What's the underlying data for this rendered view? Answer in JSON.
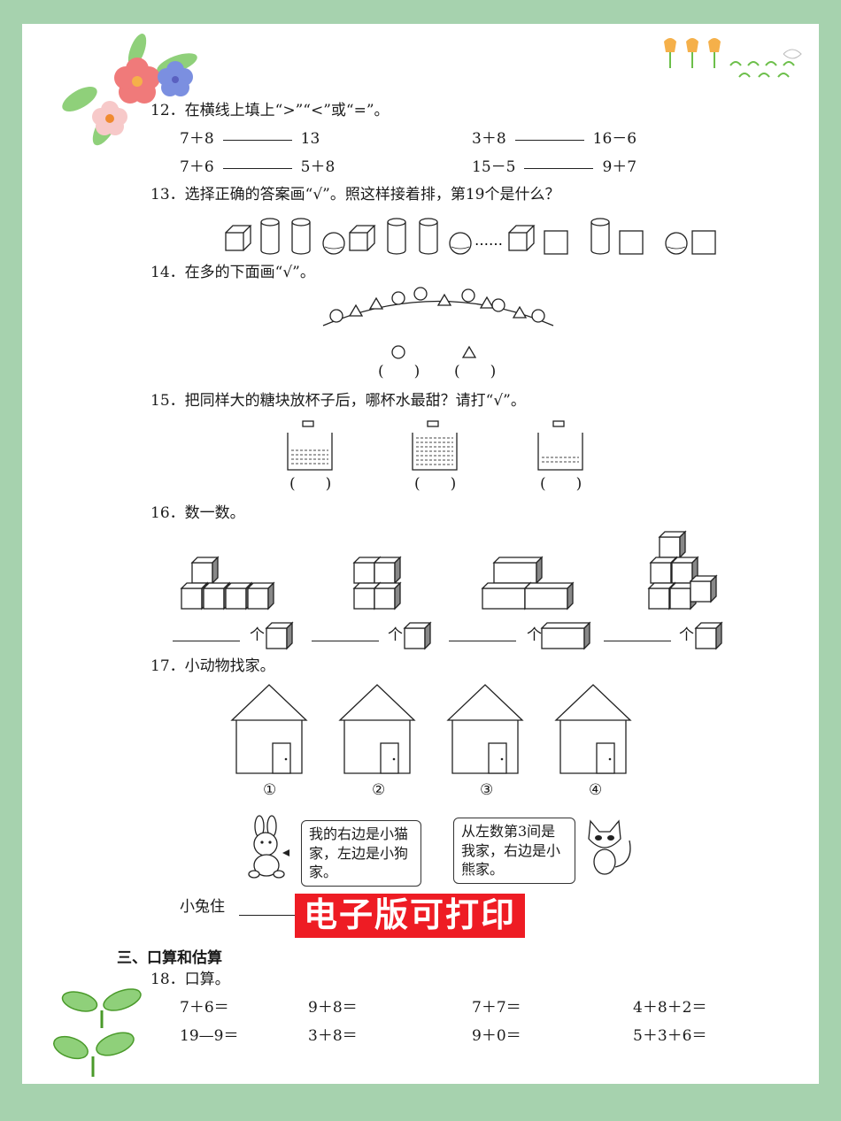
{
  "q12": {
    "title": "12．在横线上填上“>”“<”或“=”。",
    "rows": [
      [
        "7＋8",
        "13",
        "3＋8",
        "16－6"
      ],
      [
        "7＋6",
        "5＋8",
        "15－5",
        "9＋7"
      ]
    ]
  },
  "q13": {
    "title": "13．选择正确的答案画“√”。照这样接着排，第19个是什么？",
    "dots": "……"
  },
  "q14": {
    "title": "14．在多的下面画“√”。",
    "paren": "(　　)"
  },
  "q15": {
    "title": "15．把同样大的糖块放杯子后，哪杯水最甜？请打“√”。",
    "paren": "(　　)"
  },
  "q16": {
    "title": "16．数一数。",
    "unit": "个"
  },
  "q17": {
    "title": "17．小动物找家。",
    "house_labels": [
      "①",
      "②",
      "③",
      "④"
    ],
    "rabbit_says": "我的右边是小猫家，左边是小狗家。",
    "cat_says": "从左数第3间是我家，右边是小熊家。",
    "answer_prefix": "小兔住"
  },
  "banner": "电子版可打印",
  "section3": {
    "title": "三、口算和估算"
  },
  "q18": {
    "title": "18．口算。",
    "rows": [
      [
        "7＋6＝",
        "9＋8＝",
        "7＋7＝",
        "4＋8＋2＝"
      ],
      [
        "19—9＝",
        "3＋8＝",
        "9＋0＝",
        "5＋3＋6＝"
      ]
    ]
  },
  "colors": {
    "background": "#a6d2ae",
    "banner": "#ee1c24",
    "page": "#ffffff"
  }
}
